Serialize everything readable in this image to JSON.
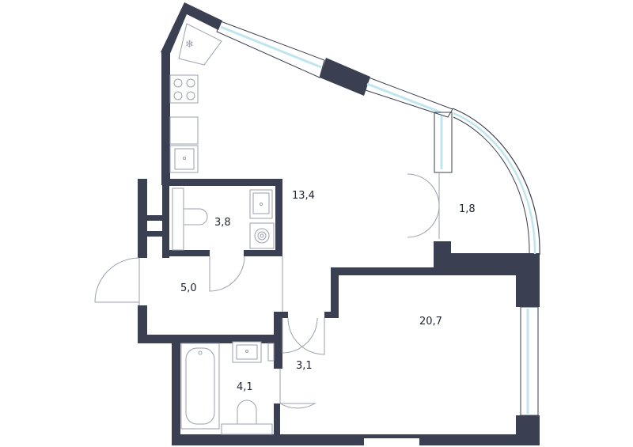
{
  "floor_plan": {
    "colors": {
      "wall": "#3a3f52",
      "window_glass": "#bfe6ee",
      "fixture_line": "#9aa0ac",
      "background": "#ffffff",
      "label": "#1f2330"
    },
    "rooms": [
      {
        "id": "kitchen-living",
        "area": "13,4"
      },
      {
        "id": "balcony",
        "area": "1,8"
      },
      {
        "id": "toilet",
        "area": "3,8"
      },
      {
        "id": "hallway",
        "area": "5,0"
      },
      {
        "id": "bedroom",
        "area": "20,7"
      },
      {
        "id": "corridor",
        "area": "3,1"
      },
      {
        "id": "bathroom",
        "area": "4,1"
      }
    ],
    "fixtures": [
      "fridge-icon",
      "stove-icon",
      "kitchen-sink-icon",
      "toilet-icon",
      "washbasin-icon",
      "washing-machine-icon",
      "bathtub-icon"
    ]
  }
}
